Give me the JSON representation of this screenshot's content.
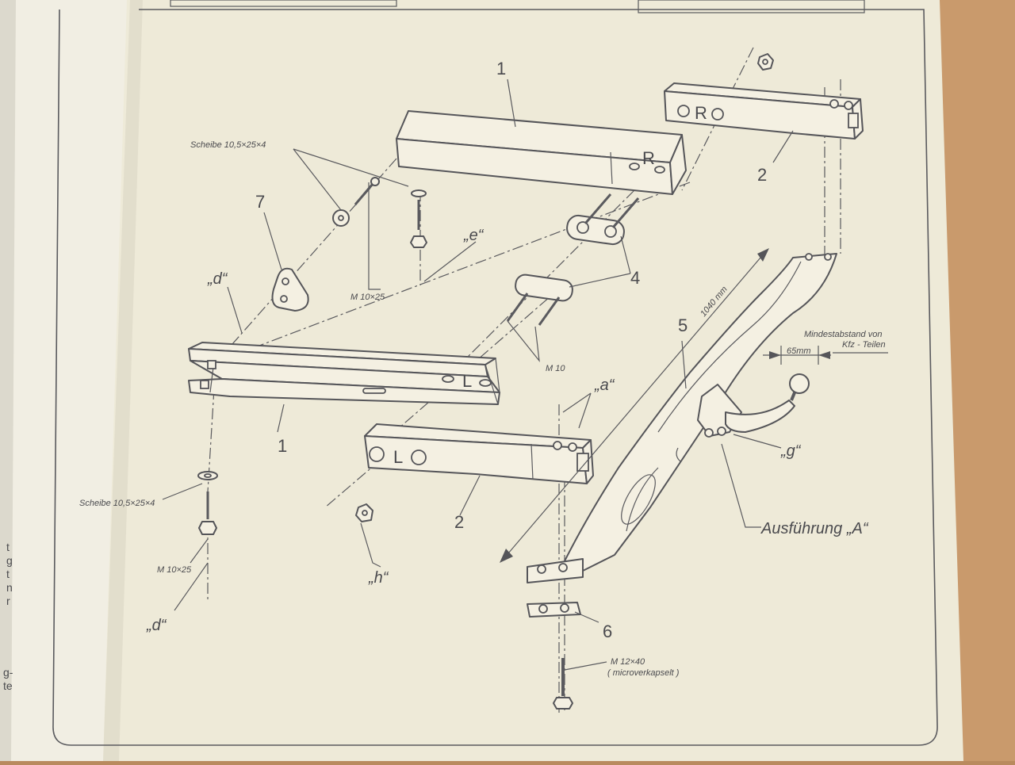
{
  "labels": {
    "part1_top": "1",
    "part1_left": "1",
    "part2_right": "2",
    "part2_left": "2",
    "part4": "4",
    "part5": "5",
    "part6": "6",
    "part7": "7",
    "side_r_top": "R",
    "side_r_right": "R",
    "side_l_left": "L",
    "side_l_bottom": "L"
  },
  "refs": {
    "d_top": "„d“",
    "d_bottom": "„d“",
    "e": "„e“",
    "a": "„a“",
    "g": "„g“",
    "h": "„h“"
  },
  "notes": {
    "washer_top": "Scheibe 10,5×25×4",
    "washer_bottom": "Scheibe 10,5×25×4",
    "bolt_top": "M 10×25",
    "bolt_bottom": "M 10×25",
    "bolt_mid": "M 10",
    "bolt_m12_line1": "M 12×40",
    "bolt_m12_line2": "( microverkapselt )",
    "dimension_1040": "1040 mm",
    "min_distance_line1": "Mindestabstand von",
    "min_distance_line2": "Kfz - Teilen",
    "dimension_65": "65mm",
    "variant": "Ausführung „A“"
  },
  "margin_text": [
    "t",
    "g",
    "t",
    "n",
    "r",
    "g-",
    "te"
  ],
  "colors": {
    "paper": "#f4f0e2",
    "ink": "#555559",
    "background": "#b98a5e"
  }
}
